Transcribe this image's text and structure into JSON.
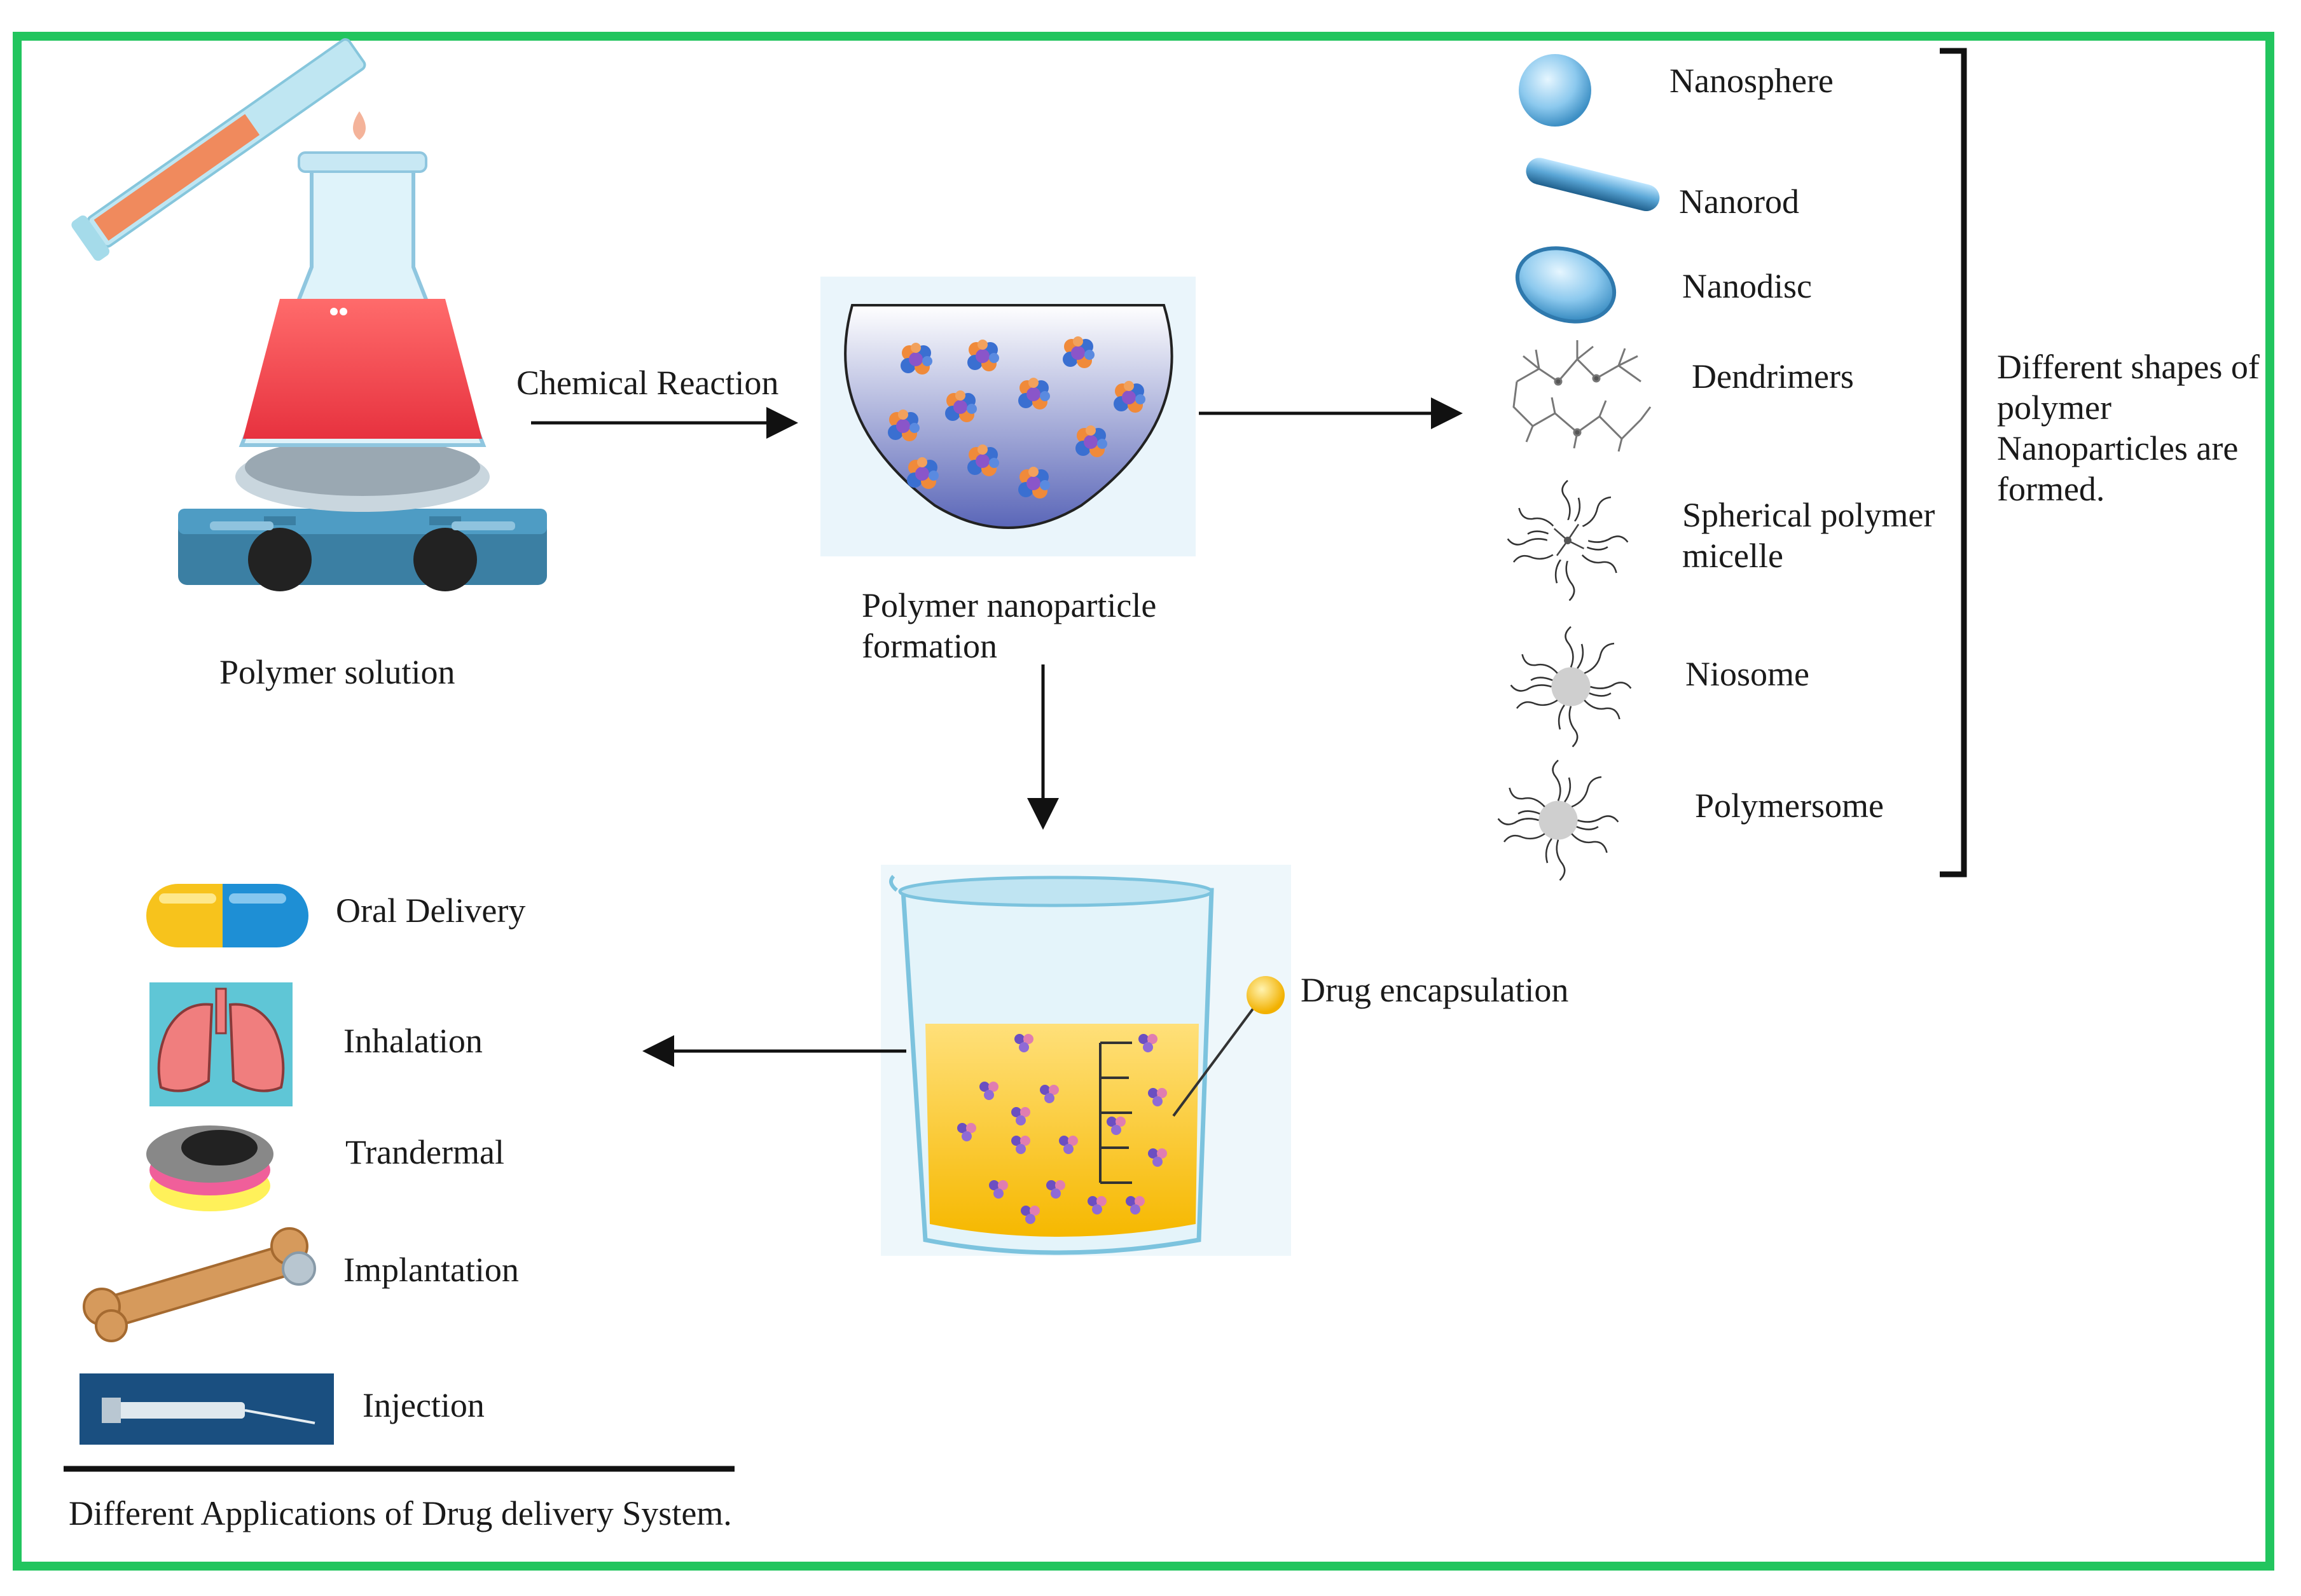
{
  "colors": {
    "frame": "#22c55e",
    "flask_liquid": "#f0464f",
    "beaker_liquid": "#ffc928",
    "arrow": "#111111"
  },
  "stage_labels": {
    "polymer_solution": "Polymer solution",
    "chemical_reaction": "Chemical Reaction",
    "nanoparticle_formation": "Polymer nanoparticle formation",
    "drug_encapsulation": "Drug encapsulation"
  },
  "shapes": {
    "items": [
      {
        "label": "Nanosphere",
        "icon": "nanosphere-icon"
      },
      {
        "label": "Nanorod",
        "icon": "nanorod-icon"
      },
      {
        "label": "Nanodisc",
        "icon": "nanodisc-icon"
      },
      {
        "label": "Dendrimers",
        "icon": "dendrimer-icon"
      },
      {
        "label": "Spherical polymer micelle",
        "icon": "micelle-icon"
      },
      {
        "label": "Niosome",
        "icon": "niosome-icon"
      },
      {
        "label": "Polymersome",
        "icon": "polymersome-icon"
      }
    ],
    "summary": "Different shapes of polymer Nanoparticles are formed."
  },
  "applications": {
    "items": [
      {
        "label": "Oral Delivery",
        "icon": "capsule-icon"
      },
      {
        "label": "Inhalation",
        "icon": "lungs-icon"
      },
      {
        "label": "Trandermal",
        "icon": "skin-patch-icon"
      },
      {
        "label": "Implantation",
        "icon": "bone-icon"
      },
      {
        "label": "Injection",
        "icon": "syringe-icon"
      }
    ],
    "caption": "Different Applications of Drug delivery System."
  }
}
